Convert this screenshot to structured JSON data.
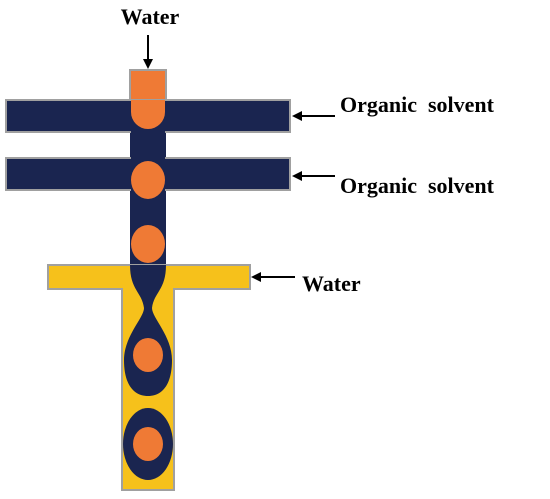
{
  "labels": {
    "water_top": "Water",
    "organic_1": "Organic  solvent",
    "organic_2": "Organic  solvent",
    "water_side": "Water"
  },
  "colors": {
    "organic_channel": "#1a2550",
    "water_channel": "#f6c11b",
    "droplet": "#ef7a35",
    "channel_border": "#a0a0a0",
    "arrow": "#000000"
  },
  "icons": {
    "inlet_arrows": "arrow-icon"
  }
}
